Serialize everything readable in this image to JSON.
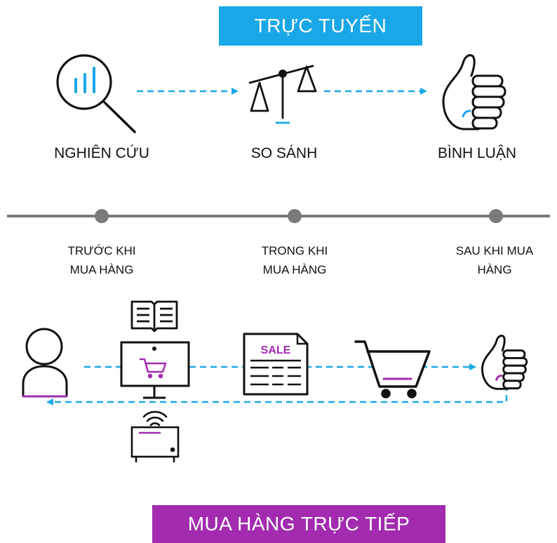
{
  "online": {
    "banner": "TRỰC TUYẾN",
    "steps": [
      {
        "label": "NGHIÊN CỨU",
        "icon": "magnifier-chart-icon"
      },
      {
        "label": "SO SÁNH",
        "icon": "balance-scale-icon"
      },
      {
        "label": "BÌNH LUẬN",
        "icon": "thumbs-up-icon"
      }
    ]
  },
  "timeline": {
    "phases": [
      {
        "line1": "TRƯỚC KHI",
        "line2": "MUA HÀNG"
      },
      {
        "line1": "TRONG KHI",
        "line2": "MUA HÀNG"
      },
      {
        "line1": "SAU KHI MUA",
        "line2": "HÀNG"
      }
    ]
  },
  "offline": {
    "banner": "MUA HÀNG TRỰC TIẾP",
    "sale_text": "SALE",
    "icons": [
      "person-icon",
      "open-book-icon",
      "monitor-cart-icon",
      "tv-wifi-icon",
      "sale-flyer-icon",
      "shopping-cart-icon",
      "thumbs-up-icon"
    ]
  },
  "colors": {
    "online_accent": "#1AA7E8",
    "offline_accent": "#A22BB0",
    "timeline": "#7a7a7a",
    "ink": "#111111"
  }
}
